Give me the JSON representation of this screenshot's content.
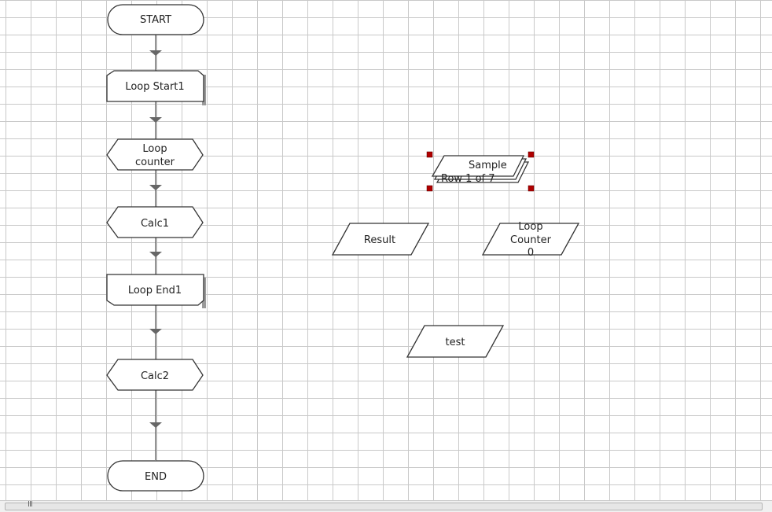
{
  "flowchart": {
    "start": "START",
    "loop_start": "Loop Start1",
    "loop_counter": [
      "Loop",
      "counter"
    ],
    "calc1": "Calc1",
    "loop_end": "Loop End1",
    "calc2": "Calc2",
    "end": "END"
  },
  "variables": {
    "sample": [
      "Sample",
      "Row 1 of 7"
    ],
    "result": "Result",
    "loop_counter_var": [
      "Loop",
      "Counter",
      "0"
    ],
    "test": "test"
  },
  "scrollbar": {
    "grip": "III"
  },
  "colors": {
    "grid": "#c9c9c9",
    "selection_handle": "#b00000",
    "connector": "#666666",
    "shape_border": "#333333"
  }
}
